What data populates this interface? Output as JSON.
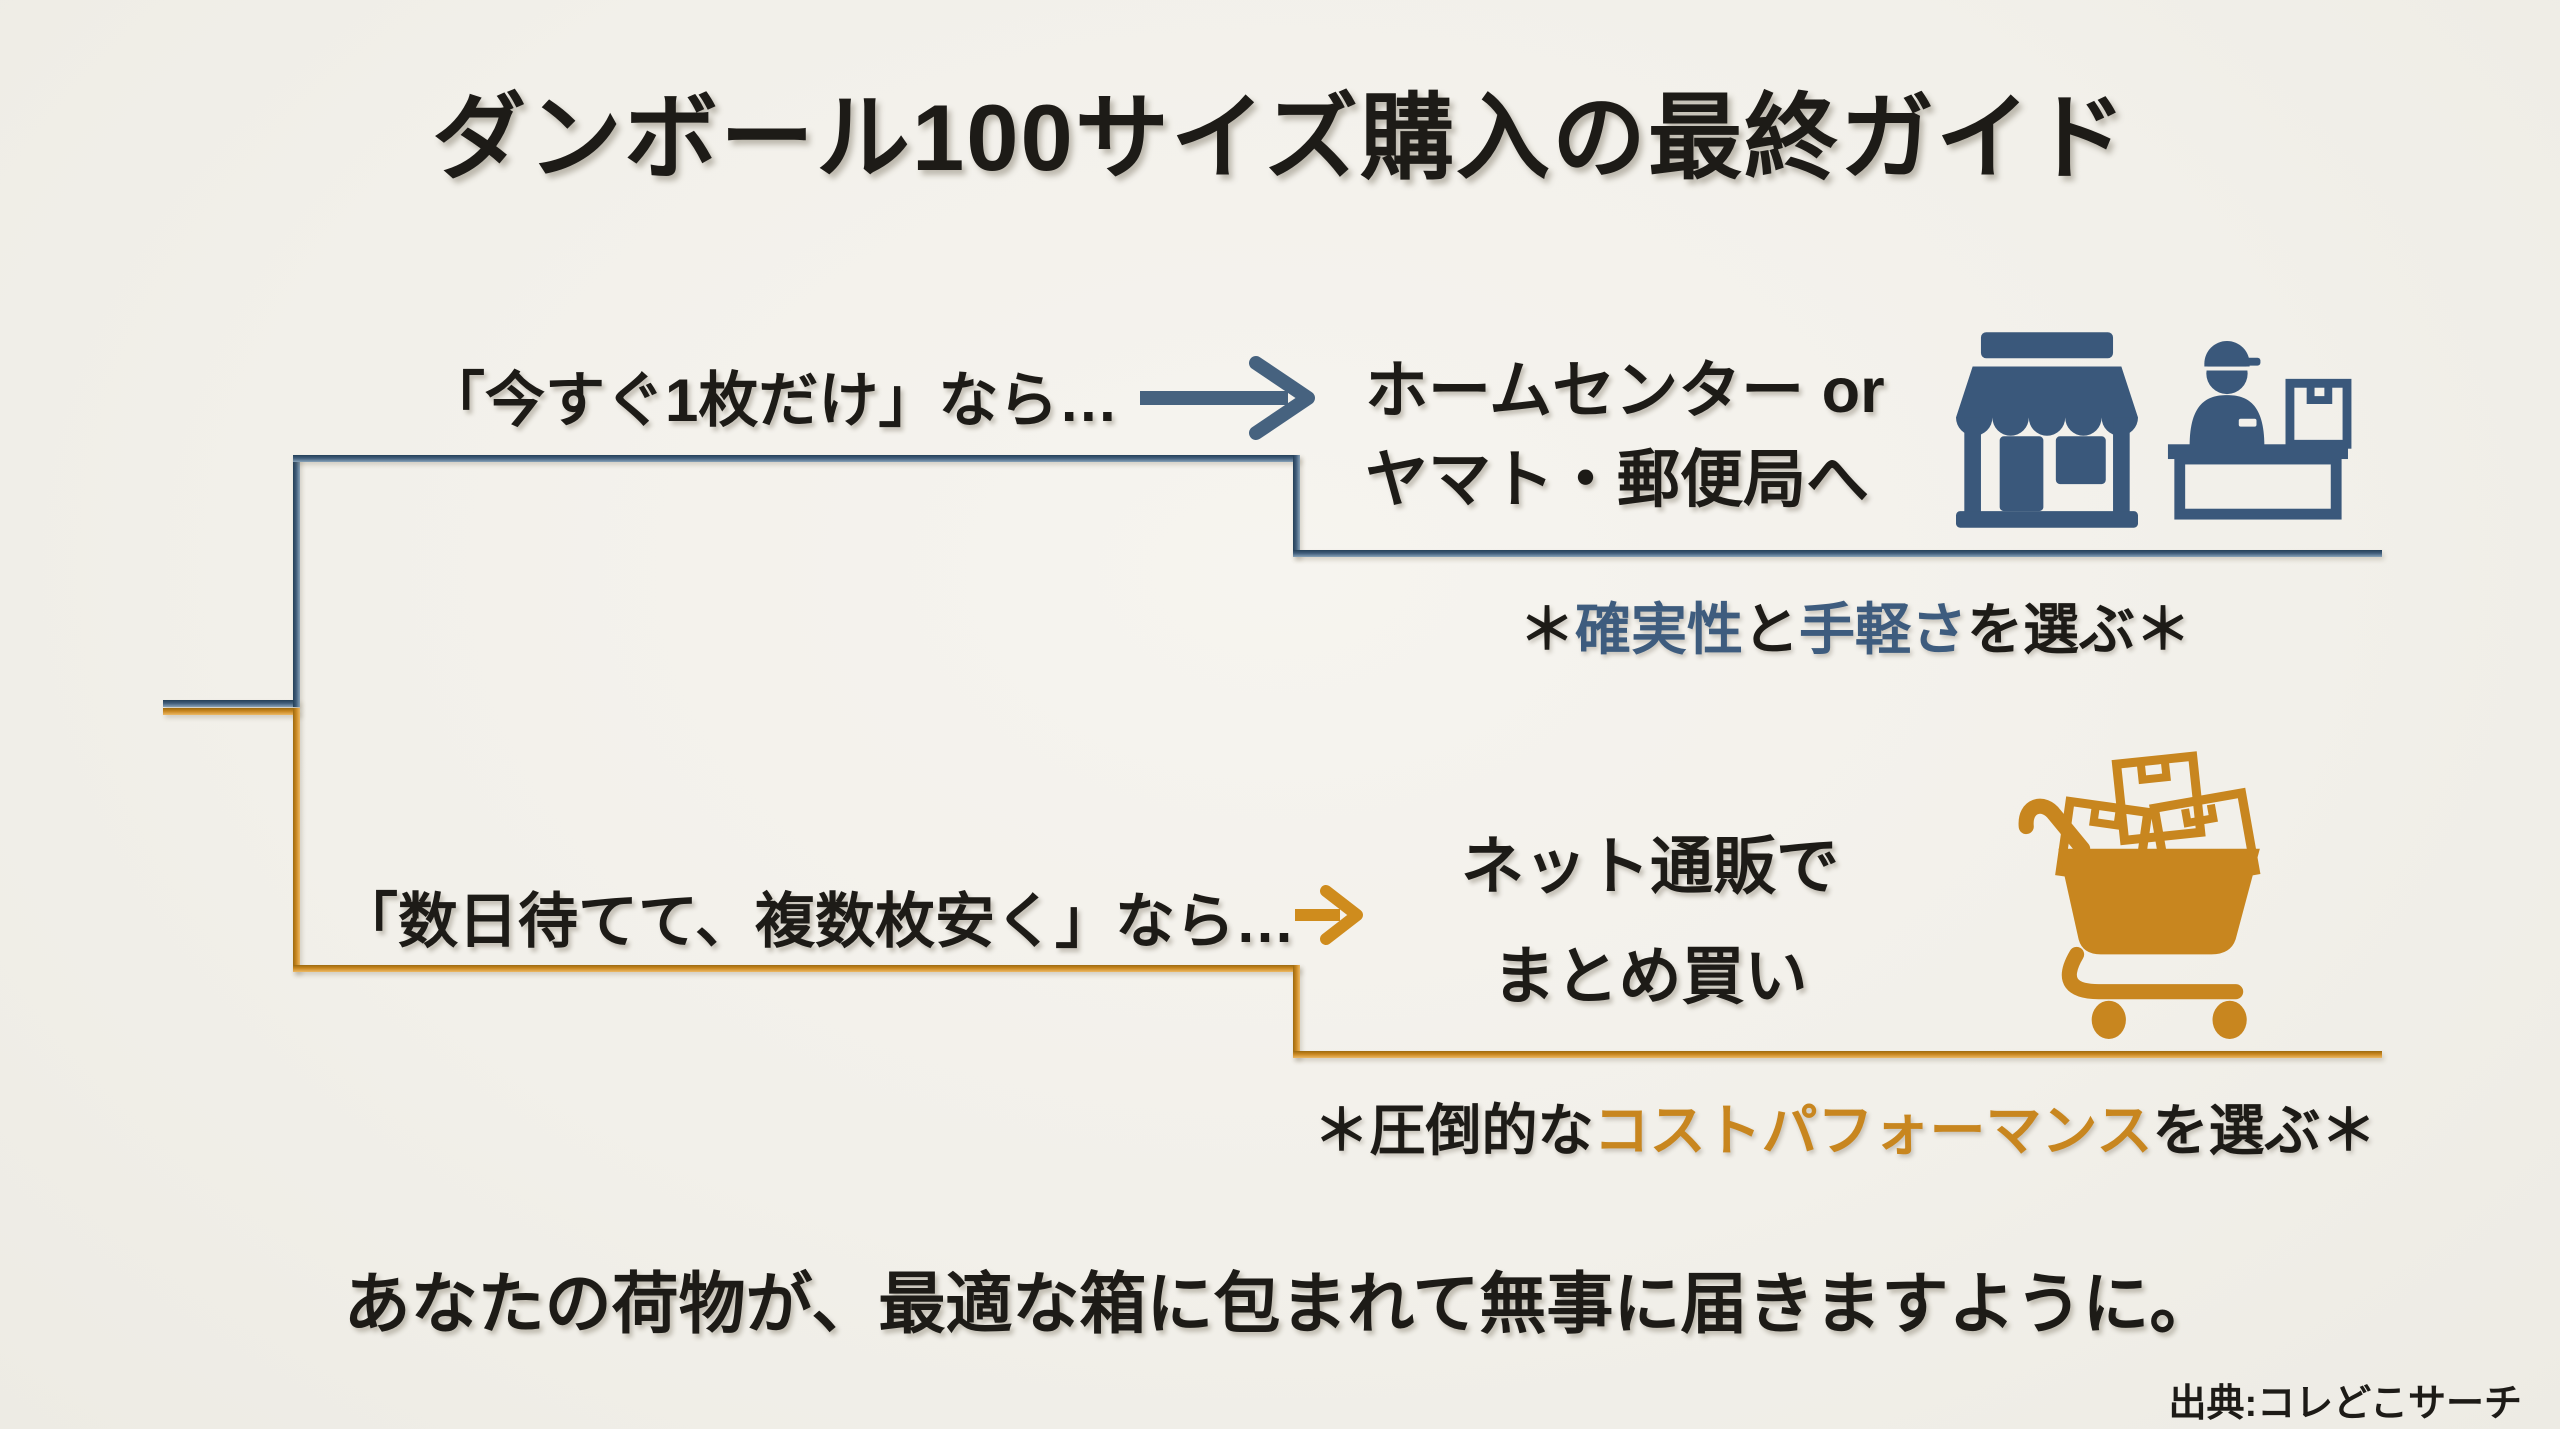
{
  "title": "ダンボール100サイズ購入の最終ガイド",
  "colors": {
    "blue": "#3e5c7e",
    "orange": "#c8861f",
    "ink": "#1d1b17",
    "background": "#f2f0ea"
  },
  "branches": {
    "top": {
      "condition": "「今すぐ1枚だけ」なら…",
      "result": {
        "line1": "ホームセンター or",
        "line2": "ヤマト・郵便局へ"
      },
      "note": {
        "open": "＊",
        "kw1": "確実性",
        "and": "と",
        "kw2": "手軽さ",
        "close": "を選ぶ＊"
      },
      "icons": [
        "storefront-icon",
        "clerk-counter-icon"
      ]
    },
    "bottom": {
      "condition": "「数日待てて、複数枚安く」なら…",
      "result": {
        "line1": "ネット通販で",
        "line2": "まとめ買い"
      },
      "note": {
        "open": "＊圧倒的な",
        "kw": "コストパフォーマンス",
        "close": "を選ぶ＊"
      },
      "icons": [
        "shopping-cart-icon"
      ]
    }
  },
  "footer": {
    "message": "あなたの荷物が、最適な箱に包まれて無事に届きますように。",
    "source": "出典:コレどこサーチ"
  }
}
